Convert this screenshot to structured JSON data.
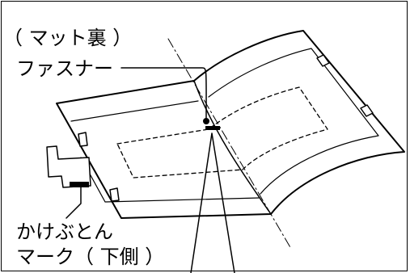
{
  "labels": {
    "mat_back": "（ マット裏 ）",
    "fastener": "ファスナー",
    "comforter_mark_line1": "かけぶとん",
    "comforter_mark_line2": "マーク（ 下側 ）"
  },
  "colors": {
    "line": "#000000",
    "background": "#ffffff"
  }
}
